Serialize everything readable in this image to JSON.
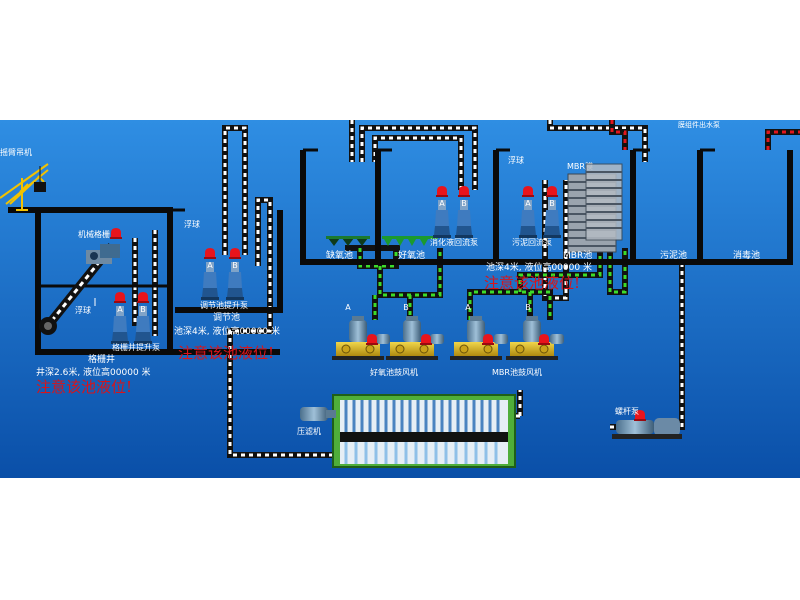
{
  "labels": {
    "crane": "摇臂吊机",
    "mech_grille": "机械格栅",
    "float_ball_1": "浮球",
    "float_ball_2": "浮球",
    "float_ball_3": "浮球",
    "grille_pump": "格栅井提升泵",
    "grille_well": "格栅井",
    "adjust_pump": "调节池提升泵",
    "adjust_tank": "调节池",
    "anoxic_tank": "缺氧池",
    "aerobic_tank": "好氧池",
    "digest_pump": "消化液回流泵",
    "sludge_pump": "污泥回流泵",
    "mbr_membrane": "MBR膜",
    "mbr_tank": "MBR池",
    "sludge_tank": "污泥池",
    "disinfect_tank": "消毒池",
    "membrane_pump": "膜组件出水泵",
    "aerobic_blower": "好氧池鼓风机",
    "mbr_blower": "MBR池鼓风机",
    "filter_press": "压滤机",
    "screw_pump": "螺杆泵"
  },
  "pump_letters": {
    "a": "A",
    "b": "B"
  },
  "info": {
    "well_depth": "井深2.6米, 液位高00000 米",
    "adjust_depth": "池深4米, 液位高00000 米",
    "mbr_depth": "池深4米, 液位高00000 米"
  },
  "warnings": {
    "well": "注意该池液位!",
    "adjust": "注意该池液位!",
    "mbr": "注意该池液位!"
  },
  "colors": {
    "background_top": "#2f8ee3",
    "background_bottom": "#0a4fa8",
    "tank_wall": "#0a0a0a",
    "pipe_white": "#ffffff",
    "pipe_green": "#3ddc2a",
    "pipe_red": "#e0161c",
    "warning": "#d8141a",
    "crane": "#f2c200"
  }
}
